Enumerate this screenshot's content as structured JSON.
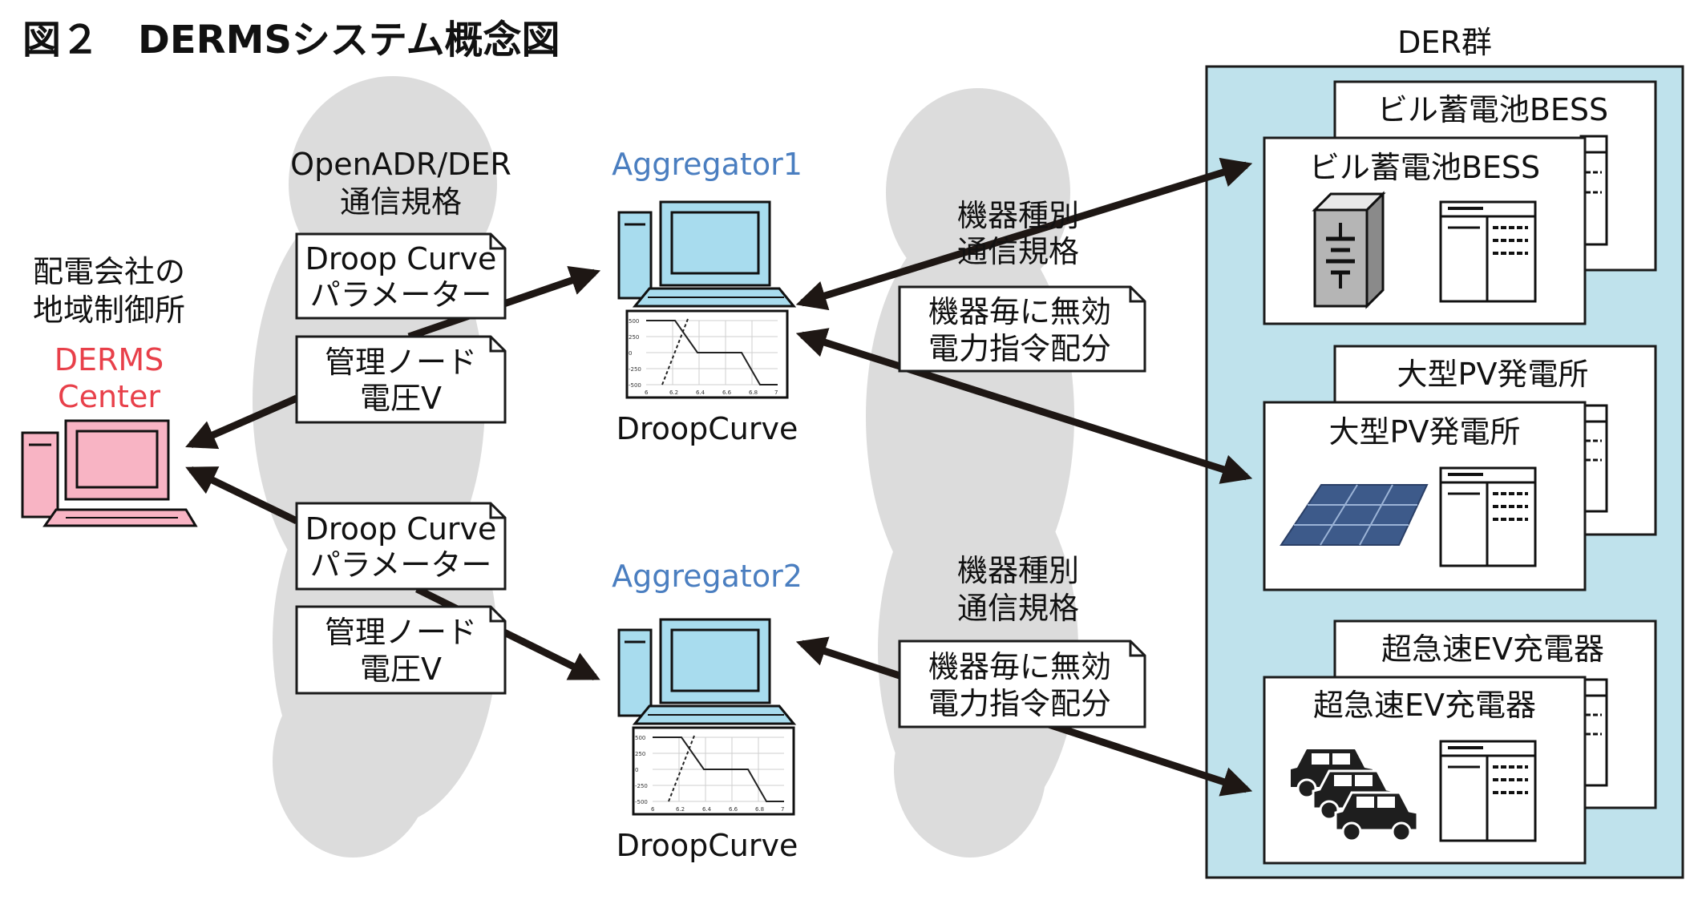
{
  "title": "図２　DERMSシステム概念図",
  "der_group_label": "DER群",
  "utility": {
    "line1": "配電会社の",
    "line2": "地域制御所",
    "derms_line1": "DERMS",
    "derms_line2": "Center"
  },
  "protocol": {
    "line1": "OpenADR/DER",
    "line2": "通信規格"
  },
  "notes": {
    "droop1_line1": "Droop Curve",
    "droop1_line2": "パラメーター",
    "voltage1_line1": "管理ノード",
    "voltage1_line2": "電圧V",
    "droop2_line1": "Droop Curve",
    "droop2_line2": "パラメーター",
    "voltage2_line1": "管理ノード",
    "voltage2_line2": "電圧V"
  },
  "aggregators": [
    {
      "name": "Aggregator1",
      "caption": "DroopCurve"
    },
    {
      "name": "Aggregator2",
      "caption": "DroopCurve"
    }
  ],
  "comm_labels": {
    "device_type1_line1": "機器種別",
    "device_type1_line2": "通信規格",
    "reactive1_line1": "機器毎に無効",
    "reactive1_line2": "電力指令配分",
    "device_type2_line1": "機器種別",
    "device_type2_line2": "通信規格",
    "reactive2_line1": "機器毎に無効",
    "reactive2_line2": "電力指令配分"
  },
  "der_devices": [
    {
      "back_label": "ビル蓄電池BESS",
      "front_label": "ビル蓄電池BESS",
      "icon": "battery-icon"
    },
    {
      "back_label": "大型PV発電所",
      "front_label": "大型PV発電所",
      "icon": "solar-panel-icon"
    },
    {
      "back_label": "超急速EV充電器",
      "front_label": "超急速EV充電器",
      "icon": "car-icon"
    }
  ],
  "droop_chart_ticks": {
    "y": [
      "500",
      "250",
      "0",
      "-250",
      "-500"
    ],
    "x": [
      "6",
      "6.2",
      "6.4",
      "6.6",
      "6.8",
      "7"
    ]
  },
  "colors": {
    "der_panel": "#bfe2ec",
    "monitor_blue": "#a8dcee",
    "monitor_pink": "#f8b4c4",
    "cloud": "#dcdcdc",
    "arrow": "#1e1714",
    "aggregator_label": "#4a7ec0",
    "derms_label": "#e8404a"
  }
}
